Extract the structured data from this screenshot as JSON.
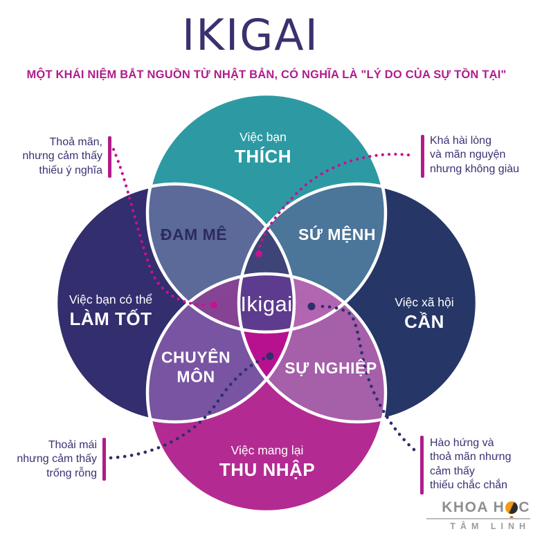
{
  "header": {
    "title": "IKIGAI",
    "subtitle": "MỘT KHÁI NIỆM BẮT NGUỒN TỪ NHẬT BẢN, CÓ NGHĨA LÀ \"LÝ DO CỦA SỰ TỒN TẠI\""
  },
  "circles": {
    "top": {
      "line1": "Việc bạn",
      "line2": "THÍCH",
      "color": "#2d9aa3"
    },
    "left": {
      "line1": "Việc bạn có thể",
      "line2": "LÀM TỐT",
      "color": "#332e6e"
    },
    "right": {
      "line1": "Việc xã hội",
      "line2": "CẦN",
      "color": "#263667"
    },
    "bottom": {
      "line1": "Việc mang lại",
      "line2": "THU NHẬP",
      "color": "#b32b92"
    }
  },
  "intersections": {
    "dam_me": {
      "label": "ĐAM MÊ",
      "color": "#5b6a99"
    },
    "su_menh": {
      "label": "SỨ MỆNH",
      "color": "#4b7599"
    },
    "chuyen_mon": {
      "label": "CHUYÊN\nMÔN",
      "color": "#7854a2"
    },
    "su_nghiep": {
      "label": "SỰ NGHIỆP",
      "color": "#a65fa9"
    },
    "center": {
      "label": "Ikigai",
      "color": "#5d3b8e"
    }
  },
  "annotations": {
    "top_left": "Thoả mãn,\nnhưng cảm thấy\nthiếu ý nghĩa",
    "top_right": "Khá hài lòng\nvà mãn nguyện\nnhưng không giàu",
    "bottom_left": "Thoải mái\nnhưng cảm thấy\ntrống rỗng",
    "bottom_right": "Hào hứng và\nthoả mãn nhưng\ncảm thấy\nthiếu chắc chắn"
  },
  "watermark": {
    "part1": "KHOA H",
    "part2": "C",
    "line2": "TÂM LINH",
    "icon": "yin-yang-icon"
  },
  "colors": {
    "title": "#3a316f",
    "subtitle": "#b01c8c",
    "annotation_text": "#3a3173",
    "annotation_bar": "#b01c8c",
    "dot_magenta": "#c9118f",
    "dot_navy": "#2e2f6b",
    "region_top_triple": "#3e4478",
    "region_bottom_triple": "#b8118f",
    "region_left_eye": "#85438f",
    "region_right_eye": "#b164b1",
    "watermark_gray": "#8f8f8f",
    "watermark_orange": "#f09a1a"
  }
}
